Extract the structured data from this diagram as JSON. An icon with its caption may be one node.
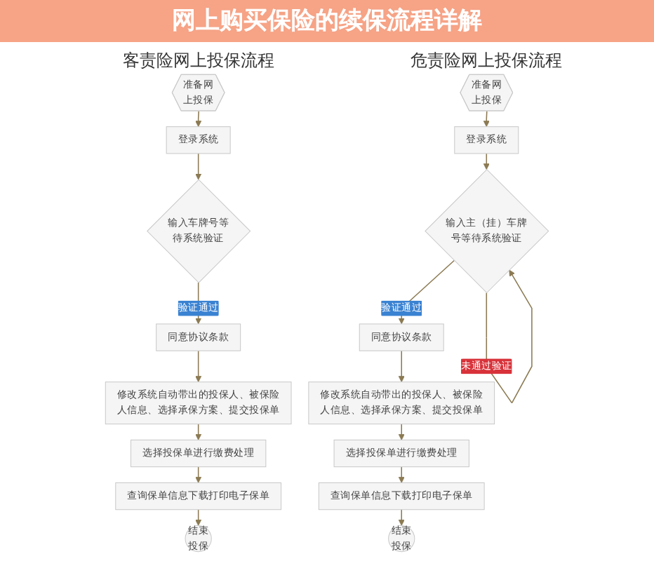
{
  "diagram": {
    "title": "网上购买保险的续保流程详解",
    "nodes": [
      {
        "text": [
          "准备网上投保"
        ]
      },
      {
        "text": [
          "登录系统"
        ]
      },
      {
        "text": [
          "输入车牌号等待系统验证"
        ]
      },
      {
        "text": [
          "同意协议条款"
        ]
      },
      {
        "text": [
          "修改系统自动带出的投保人、被保险人信息、选择承保方案、提交投保单"
        ]
      },
      {
        "text": [
          "选择投保单进行缴费处理"
        ]
      },
      {
        "text": [
          "查询保单信息下载打印电子保单"
        ]
      },
      {
        "text": [
          "结束投保"
        ]
      },
      {
        "text": [
          "准备网上投保"
        ]
      },
      {
        "text": [
          "登录系统"
        ]
      },
      {
        "text": [
          "输入主（挂）车牌号等待系统验证"
        ]
      },
      {
        "text": [
          "同意协议条款"
        ]
      },
      {
        "text": [
          "修改系统自动带出的投保人、被保险人信息、选择承保方案、提交投保单"
        ]
      },
      {
        "text": [
          "选择投保单进行缴费处理"
        ]
      },
      {
        "text": [
          "查询保单信息下载打印电子保单"
        ]
      },
      {
        "text": [
          "结束投保"
        ]
      }
    ],
    "edges": [
      {
        "from": 0,
        "to": 1,
        "arrow": "to"
      },
      {
        "from": 1,
        "to": 2,
        "arrow": "to"
      },
      {
        "from": 2,
        "to": 3,
        "arrow": "to",
        "label": "验证通过"
      },
      {
        "from": 3,
        "to": 4,
        "arrow": "to"
      },
      {
        "from": 4,
        "to": 5,
        "arrow": "to"
      },
      {
        "from": 5,
        "to": 6,
        "arrow": "to"
      },
      {
        "from": 6,
        "to": 7,
        "arrow": "to"
      },
      {
        "from": 8,
        "to": 9,
        "arrow": "to"
      },
      {
        "from": 9,
        "to": 10,
        "arrow": "to"
      },
      {
        "from": 10,
        "to": 11,
        "arrow": "to",
        "label": "验证通过"
      },
      {
        "from": 10,
        "to": 10,
        "arrow": "to",
        "label": "未通过验证"
      },
      {
        "from": 11,
        "to": 12,
        "arrow": "to"
      },
      {
        "from": 12,
        "to": 13,
        "arrow": "to"
      },
      {
        "from": 13,
        "to": 14,
        "arrow": "to"
      },
      {
        "from": 14,
        "to": 15,
        "arrow": "to"
      }
    ],
    "labels": [
      "客责险网上投保流程",
      "危责险网上投保流程"
    ]
  }
}
